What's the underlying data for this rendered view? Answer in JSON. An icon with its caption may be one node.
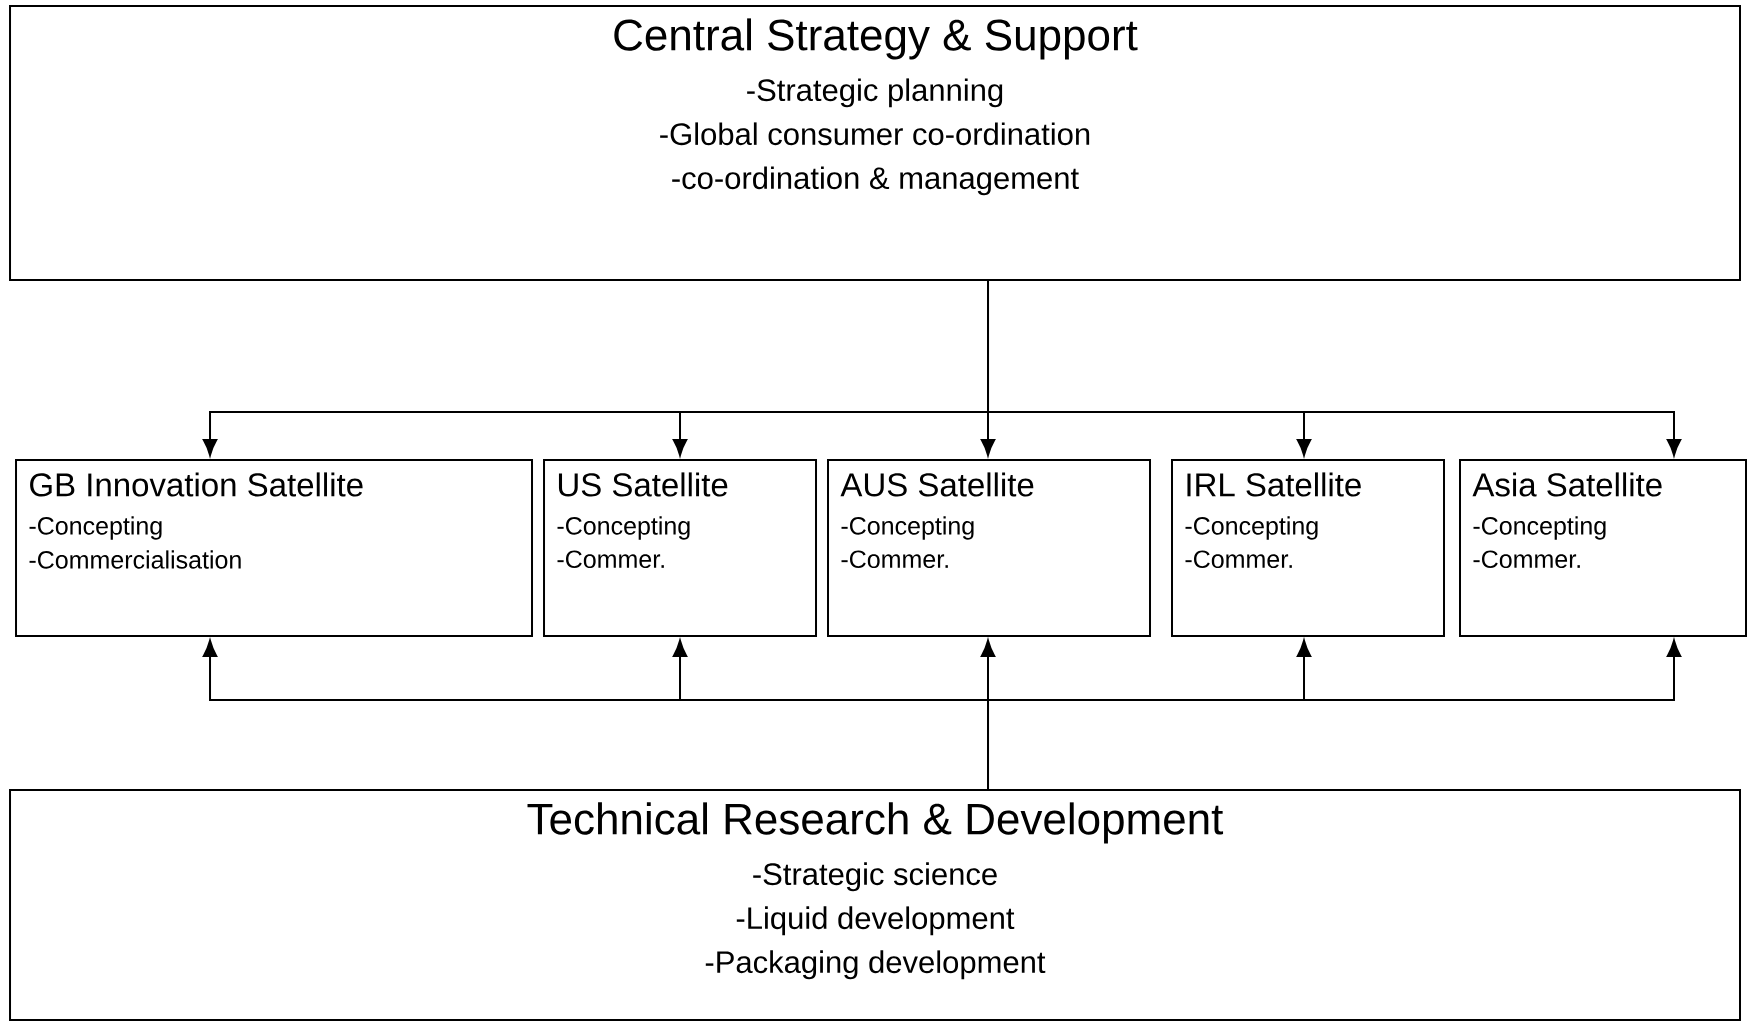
{
  "diagram": {
    "nodes": [
      {
        "text": [
          "Central Strategy & Support",
          "-Strategic planning",
          "-Global consumer co-ordination",
          "-co-ordination & management"
        ]
      },
      {
        "text": [
          "GB Innovation Satellite",
          "-Concepting",
          "-Commercialisation"
        ]
      },
      {
        "text": [
          "US Satellite",
          "-Concepting",
          "-Commer."
        ]
      },
      {
        "text": [
          "AUS Satellite",
          "-Concepting",
          "-Commer."
        ]
      },
      {
        "text": [
          "IRL Satellite",
          "-Concepting",
          "-Commer."
        ]
      },
      {
        "text": [
          "Asia Satellite",
          "-Concepting",
          "-Commer."
        ]
      },
      {
        "text": [
          "Technical Research & Development",
          "-Strategic science",
          "-Liquid development",
          "-Packaging development"
        ]
      }
    ],
    "edges": [
      {
        "from": 0,
        "to": 1,
        "arrow": "to"
      },
      {
        "from": 0,
        "to": 2,
        "arrow": "to"
      },
      {
        "from": 0,
        "to": 3,
        "arrow": "to"
      },
      {
        "from": 0,
        "to": 4,
        "arrow": "to"
      },
      {
        "from": 0,
        "to": 5,
        "arrow": "to"
      },
      {
        "from": 6,
        "to": 1,
        "arrow": "to"
      },
      {
        "from": 6,
        "to": 2,
        "arrow": "to"
      },
      {
        "from": 6,
        "to": 3,
        "arrow": "to"
      },
      {
        "from": 6,
        "to": 4,
        "arrow": "to"
      },
      {
        "from": 6,
        "to": 5,
        "arrow": "to"
      }
    ]
  }
}
